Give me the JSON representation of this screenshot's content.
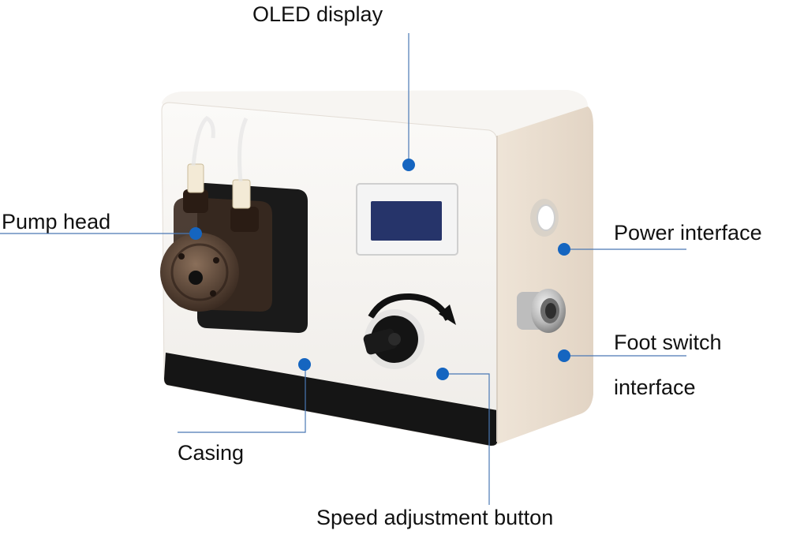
{
  "callouts": {
    "oled_display": "OLED display",
    "pump_head": "Pump head",
    "power_interface": "Power interface",
    "foot_switch_line1": "Foot switch",
    "foot_switch_line2": "interface",
    "casing": "Casing",
    "speed_adjustment": "Speed adjustment button"
  },
  "colors": {
    "marker": "#1565c0",
    "leader_line": "#4a78b5",
    "casing_body": "#f5f3f0",
    "casing_side": "#ece2d6",
    "base_band": "#151515"
  }
}
